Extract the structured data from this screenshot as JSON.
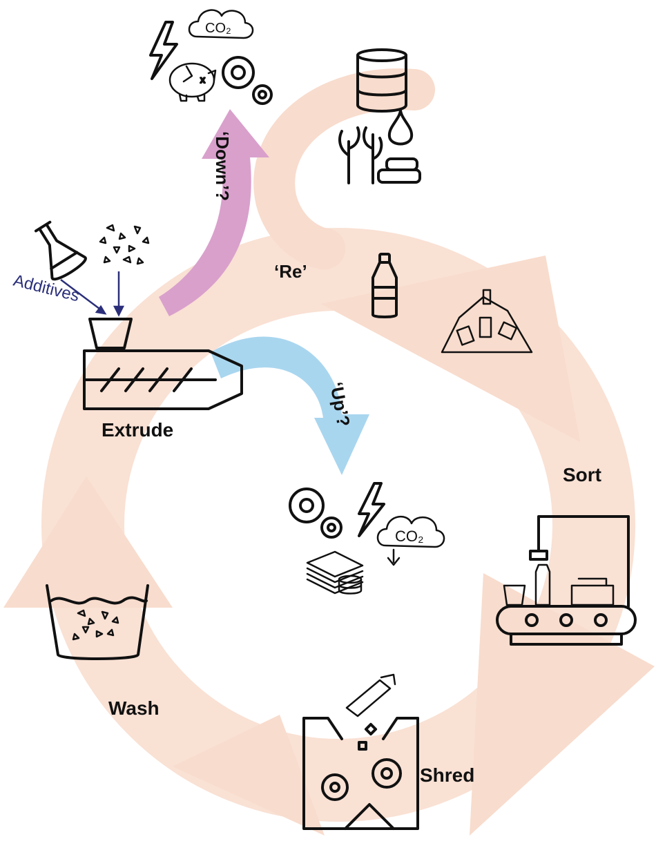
{
  "labels": {
    "re": "‘Re’",
    "down": "‘Down’?",
    "up": "‘Up’?",
    "extrude": "Extrude",
    "sort": "Sort",
    "shred": "Shred",
    "wash": "Wash",
    "additives": "Additives",
    "co2_top": "CO₂",
    "co2_bottom": "CO₂"
  },
  "colors": {
    "cycle_arrow": "#f8dccd",
    "down_arrow": "#d9a0cc",
    "up_arrow": "#a9d6ef",
    "additives_text": "#2b2f7a",
    "icon_stroke": "#111111"
  },
  "icons": [
    "oil-barrel-icon",
    "oil-drop-icon",
    "sugarcane-icon",
    "logs-icon",
    "bottle-icon",
    "plastic-waste-pile-icon",
    "sorting-conveyor-icon",
    "shredder-icon",
    "wash-basin-icon",
    "extruder-icon",
    "flask-icon",
    "pellets-icon",
    "lightning-icon",
    "cloud-icon",
    "piggy-bank-icon",
    "gears-icon",
    "money-stack-icon"
  ]
}
